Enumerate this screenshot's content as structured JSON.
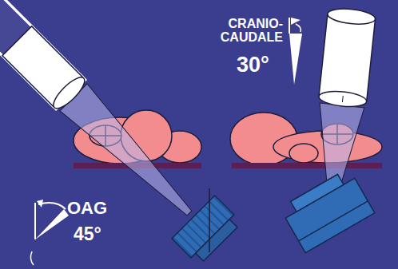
{
  "diagram": {
    "labels": [
      "CRANIO- CAUDALE",
      "30°",
      "OAG",
      "45°"
    ]
  }
}
